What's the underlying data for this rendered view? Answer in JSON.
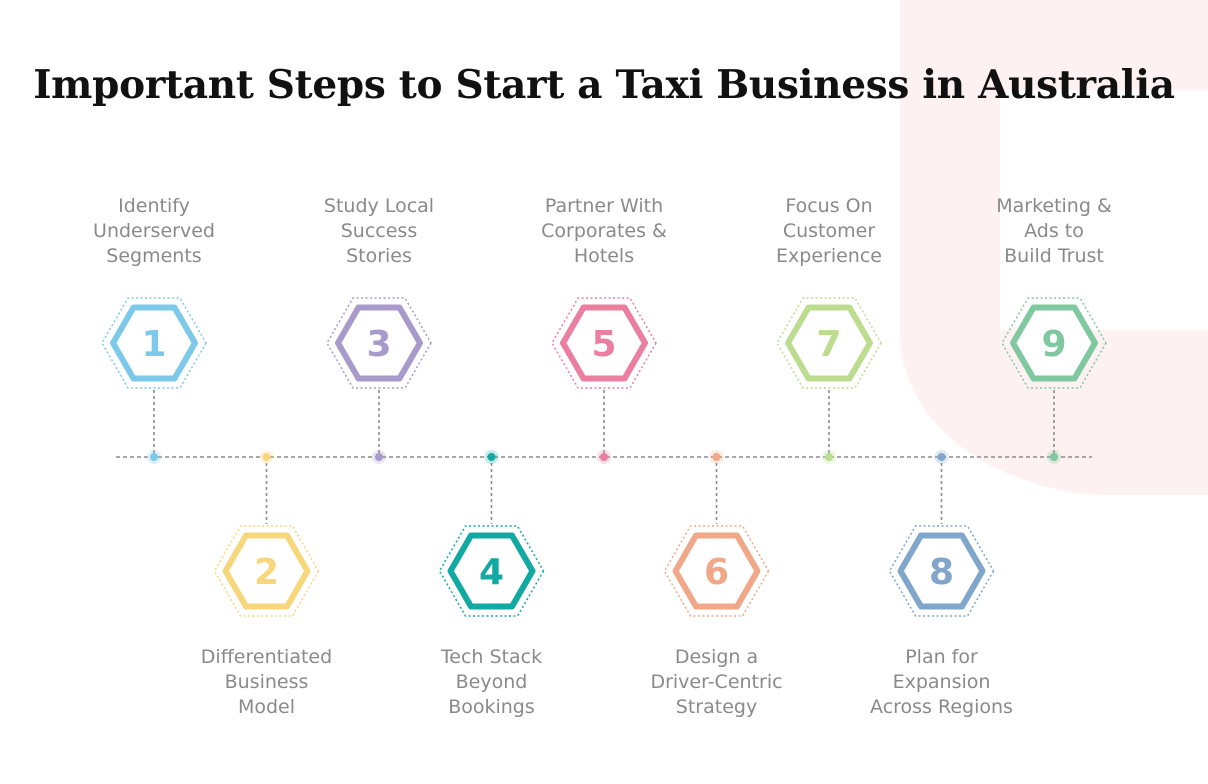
{
  "title": "Important Steps to Start a Taxi Business in Australia",
  "steps": [
    {
      "number": "1",
      "label": "Identify\nUnderserved\nSegments",
      "color": "#7dc9ea",
      "position": "top"
    },
    {
      "number": "2",
      "label": "Differentiated\nBusiness\nModel",
      "color": "#f7d77c",
      "position": "bottom"
    },
    {
      "number": "3",
      "label": "Study Local\nSuccess\nStories",
      "color": "#a89bcc",
      "position": "top"
    },
    {
      "number": "4",
      "label": "Tech Stack\nBeyond\nBookings",
      "color": "#12a9a3",
      "position": "bottom"
    },
    {
      "number": "5",
      "label": "Partner With\nCorporates &\nHotels",
      "color": "#ea7fa0",
      "position": "top"
    },
    {
      "number": "6",
      "label": "Design a\nDriver-Centric\nStrategy",
      "color": "#f0a889",
      "position": "bottom"
    },
    {
      "number": "7",
      "label": "Focus On\nCustomer\nExperience",
      "color": "#bcdc90",
      "position": "top"
    },
    {
      "number": "8",
      "label": "Plan for\nExpansion\nAcross Regions",
      "color": "#80a7cb",
      "position": "bottom"
    },
    {
      "number": "9",
      "label": "Marketing &\nAds to\nBuild Trust",
      "color": "#7fc8a0",
      "position": "top"
    }
  ],
  "colors": {
    "timeline": "#8c8c8c",
    "watermark": "#fdf0f0"
  }
}
